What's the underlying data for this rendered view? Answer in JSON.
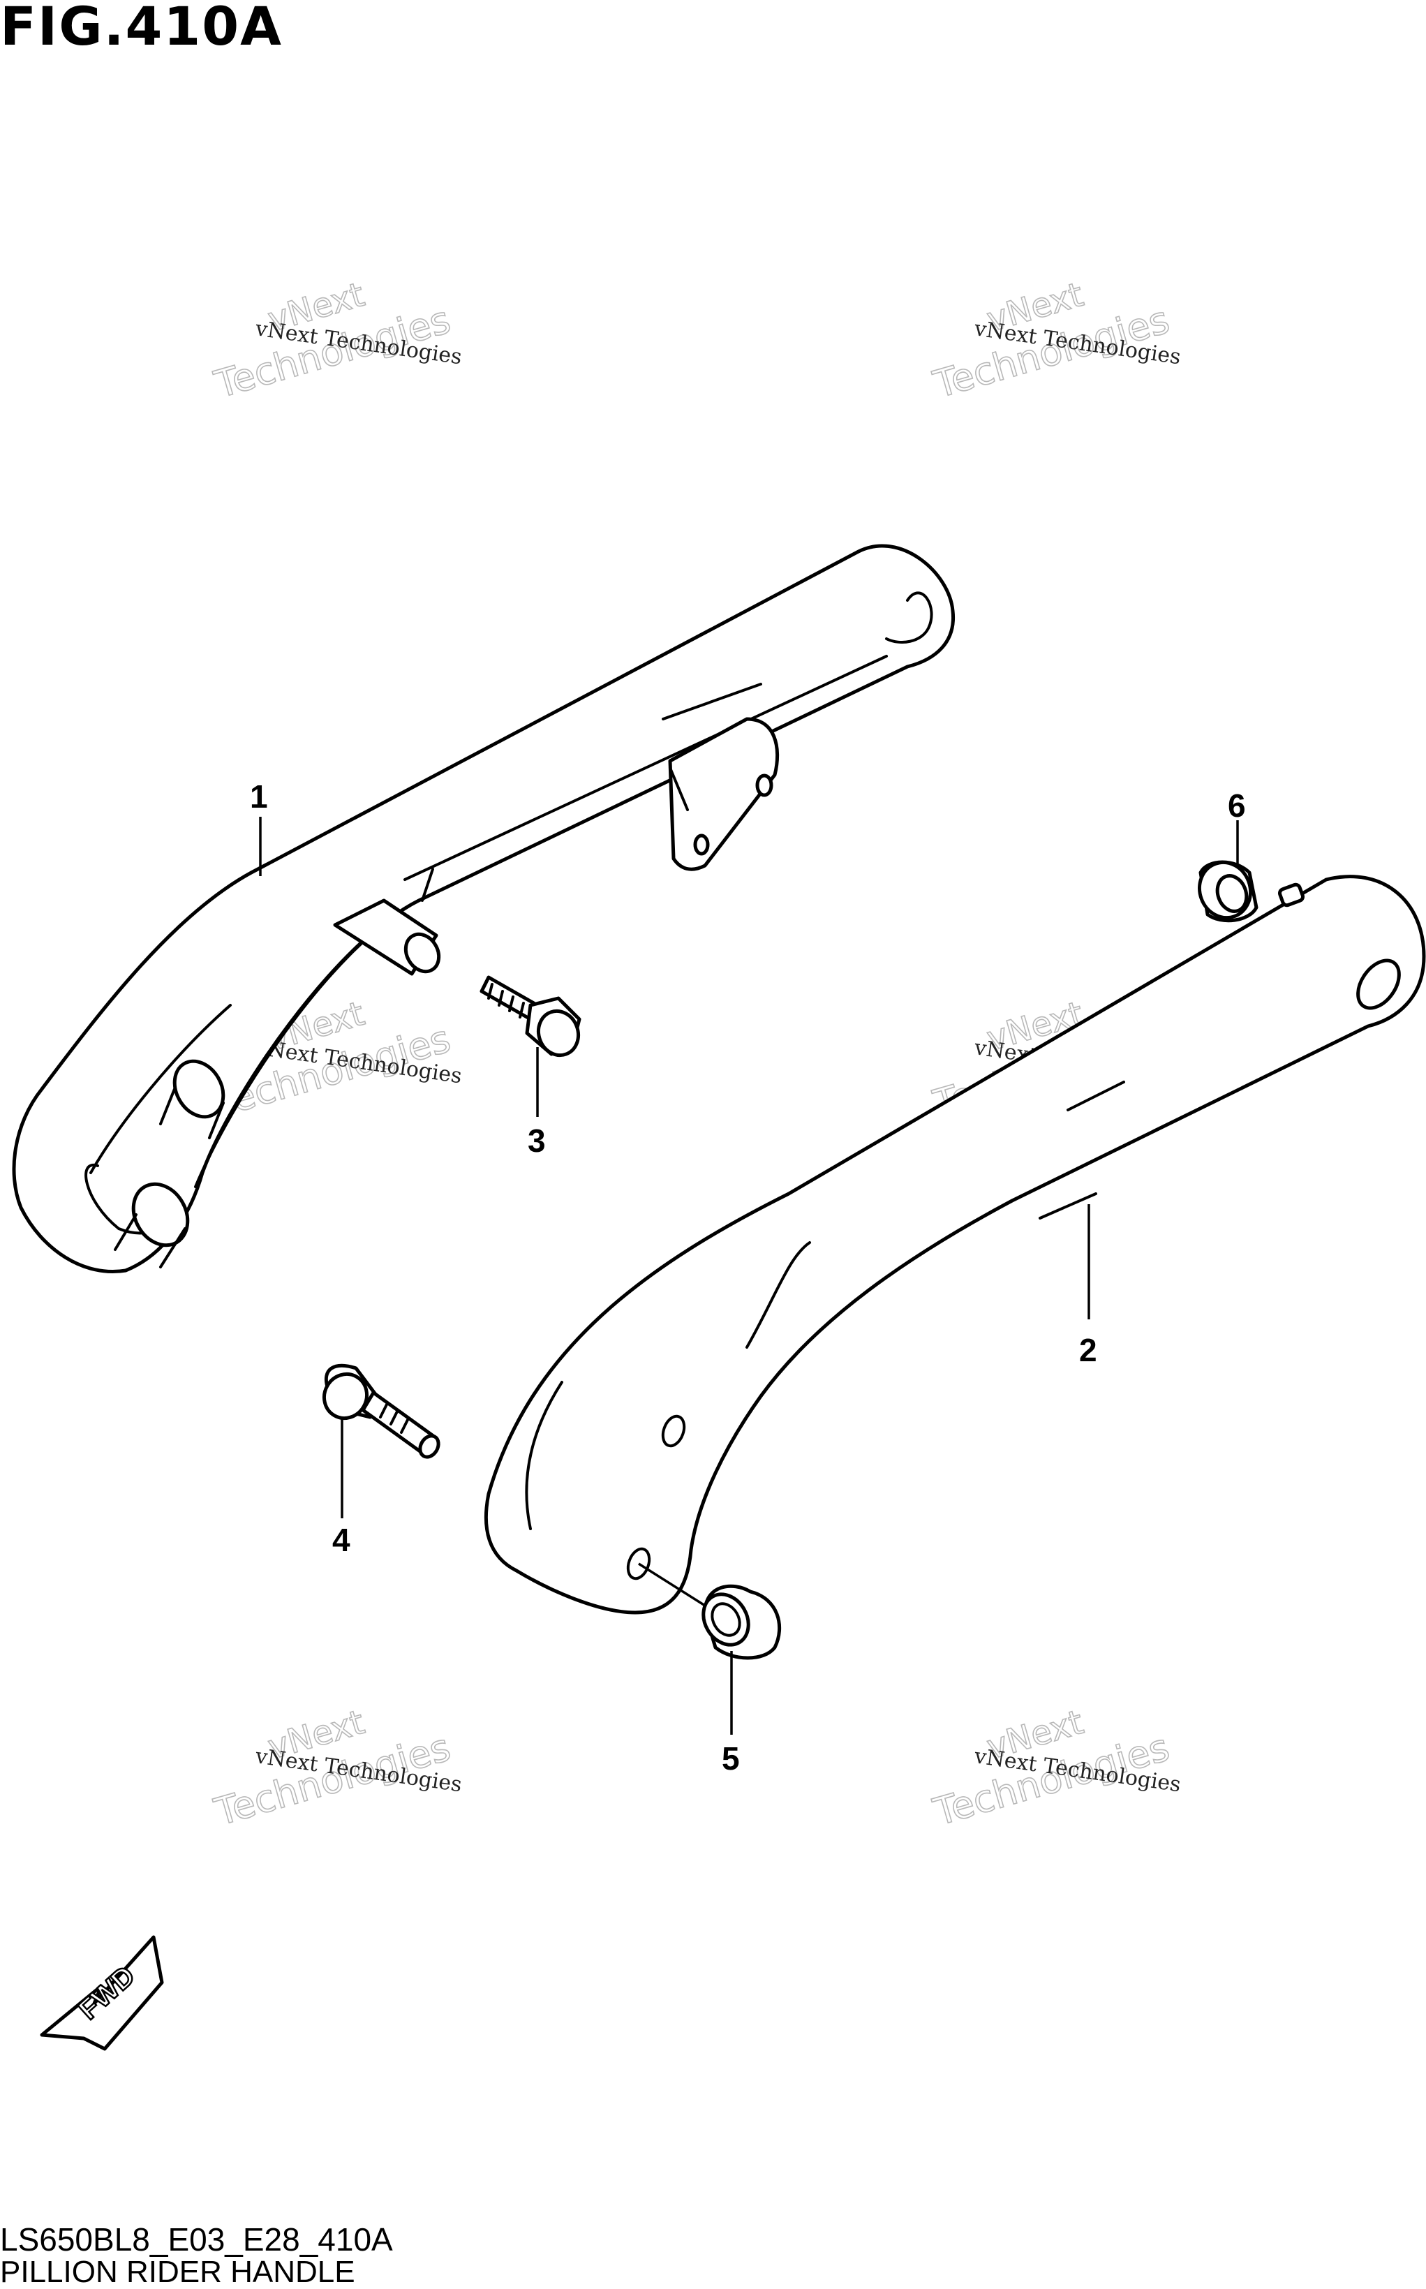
{
  "figure": {
    "title": "FIG.410A",
    "code": "LS650BL8_E03_E28_410A",
    "name": "PILLION RIDER HANDLE"
  },
  "callouts": [
    {
      "label": "1"
    },
    {
      "label": "2"
    },
    {
      "label": "3"
    },
    {
      "label": "4"
    },
    {
      "label": "5"
    },
    {
      "label": "6"
    }
  ],
  "direction_marker": {
    "label": "FWD"
  },
  "watermark": {
    "small_text": "vNext Technologies",
    "big_word_1": "vNext",
    "big_word_2": "Technologies"
  }
}
